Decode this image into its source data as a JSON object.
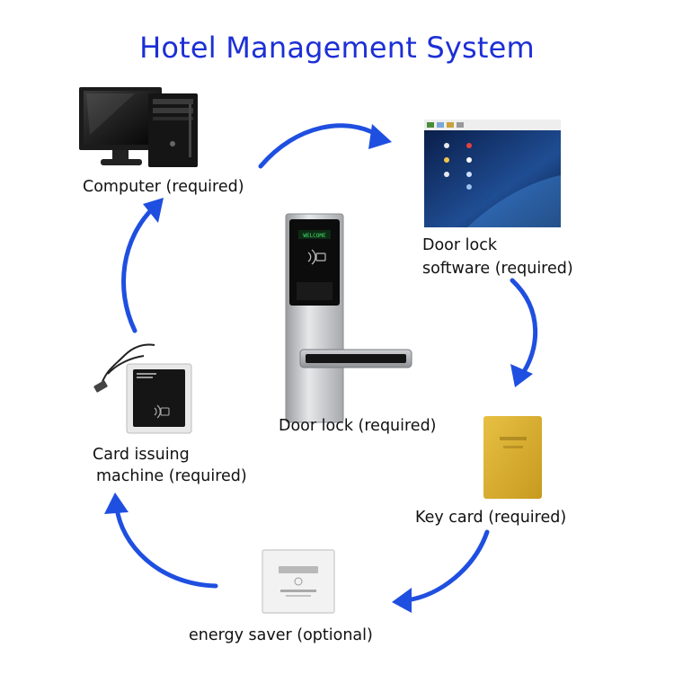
{
  "title": "Hotel Management System",
  "colors": {
    "title": "#1c2fd6",
    "arrow": "#1f4fe0",
    "label": "#111111"
  },
  "nodes": {
    "computer": {
      "label": "Computer (required)"
    },
    "software": {
      "label_line1": "Door lock",
      "label_line2": "software (required)",
      "screen_caption": ""
    },
    "door_lock": {
      "label": "Door lock (required)",
      "display_text": "WELCOME"
    },
    "key_card": {
      "label": "Key card (required)"
    },
    "energy_saver": {
      "label": "energy saver (optional)"
    },
    "card_issuer": {
      "label_line1": "Card issuing",
      "label_line2": "machine (required)"
    }
  },
  "icons": [
    "computer-icon",
    "software-screen-icon",
    "door-lock-icon",
    "key-card-icon",
    "energy-saver-icon",
    "card-issuer-icon"
  ]
}
